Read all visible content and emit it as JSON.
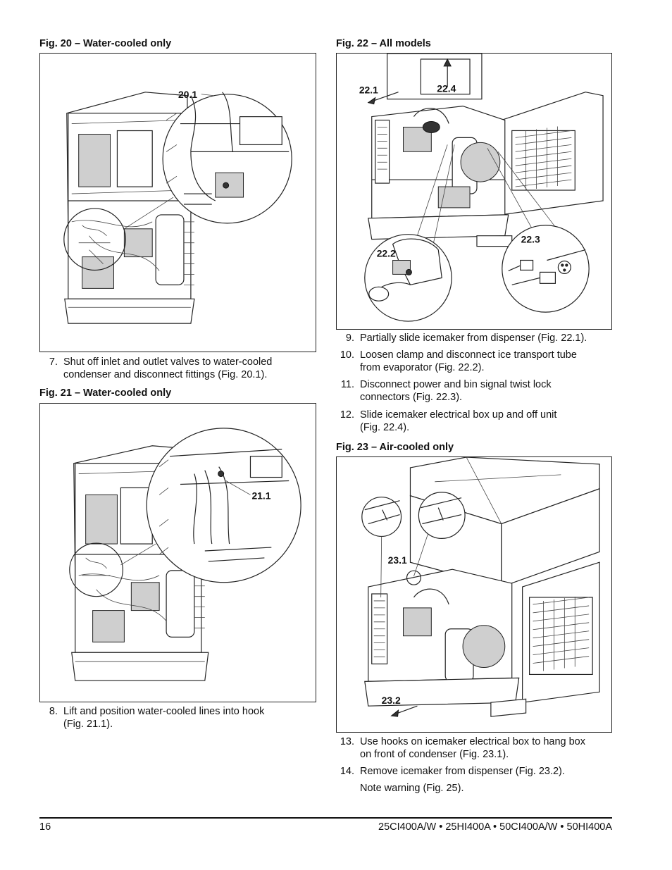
{
  "fig20": {
    "caption": "Fig. 20 – Water-cooled only",
    "callout": "20.1"
  },
  "fig21": {
    "caption": "Fig. 21 – Water-cooled only",
    "callout": "21.1"
  },
  "fig22": {
    "caption": "Fig. 22 – All models",
    "callouts": {
      "c1": "22.1",
      "c2": "22.2",
      "c3": "22.3",
      "c4": "22.4"
    }
  },
  "fig23": {
    "caption": "Fig. 23 – Air-cooled only",
    "callouts": {
      "c1": "23.1",
      "c2": "23.2"
    }
  },
  "steps": {
    "s7": {
      "num": "7.",
      "l1": "Shut off inlet and outlet valves to water-cooled",
      "l2": "condenser and disconnect fittings (Fig. 20.1)."
    },
    "s8": {
      "num": "8.",
      "l1": "Lift and position water-cooled lines into hook",
      "l2": "(Fig. 21.1)."
    },
    "s9": {
      "num": "9.",
      "l1": "Partially slide icemaker from dispenser (Fig. 22.1)."
    },
    "s10": {
      "num": "10.",
      "l1": "Loosen clamp and disconnect ice transport tube",
      "l2": "from evaporator (Fig. 22.2)."
    },
    "s11": {
      "num": "11.",
      "l1": "Disconnect power and bin signal twist lock",
      "l2": "connectors (Fig. 22.3)."
    },
    "s12": {
      "num": "12.",
      "l1": "Slide icemaker electrical box up and off unit",
      "l2": "(Fig. 22.4)."
    },
    "s13": {
      "num": "13.",
      "l1": "Use hooks on icemaker electrical box to hang box",
      "l2": "on front of condenser (Fig. 23.1)."
    },
    "s14": {
      "num": "14.",
      "l1": "Remove icemaker from dispenser (Fig. 23.2)."
    },
    "note": "Note warning (Fig. 25)."
  },
  "footer": {
    "page": "16",
    "models": "25CI400A/W • 25HI400A • 50CI400A/W • 50HI400A"
  }
}
